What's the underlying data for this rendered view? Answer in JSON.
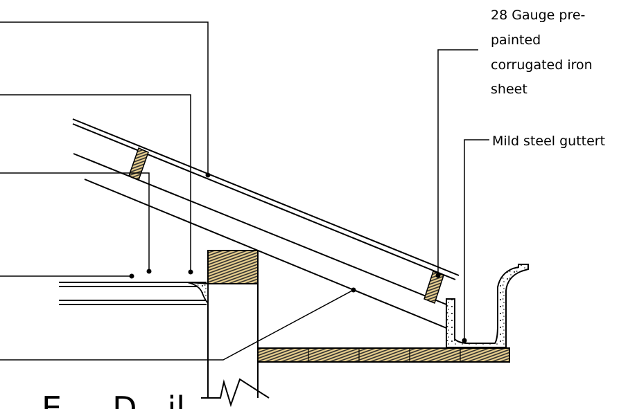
{
  "labels": {
    "sheet": [
      "28 Gauge pre-",
      "painted",
      "corrugated iron",
      "sheet"
    ],
    "gutter": "Mild steel guttert",
    "title_fragment": "E     D   il"
  },
  "colors": {
    "line": "#000000",
    "timber": "#e8cf8f",
    "hatch": "#2a2a2a",
    "concrete": "#ffffff"
  }
}
